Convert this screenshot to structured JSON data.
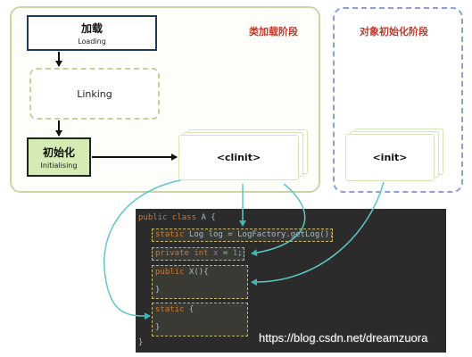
{
  "stages": {
    "class_stage_title": "类加载阶段",
    "object_stage_title": "对象初始化阶段"
  },
  "boxes": {
    "loading_cn": "加载",
    "loading_en": "Loading",
    "linking": "Linking",
    "init_cn": "初始化",
    "init_en": "Initialising",
    "clinit": "<clinit>",
    "init": "<init>"
  },
  "code": {
    "line1_kw": "public class",
    "line1_rest": " A {",
    "static_log_kw": "static",
    "static_log_rest": " Log log = LogFactory.getLog();",
    "private_kw": "private int",
    "private_field": " x",
    "private_rest": " = ",
    "private_num": "1",
    "private_end": ";",
    "ctor_kw": "public",
    "ctor_rest": " X(){",
    "ctor_close": "}",
    "static_block_kw": "static",
    "static_block_rest": " {",
    "static_block_close": "}",
    "class_close": "}"
  },
  "watermark": "https://blog.csdn.net/dreamzuora",
  "colors": {
    "connector": "#5ec8c8",
    "arrow": "#111111",
    "stage_title": "#c0392b"
  }
}
